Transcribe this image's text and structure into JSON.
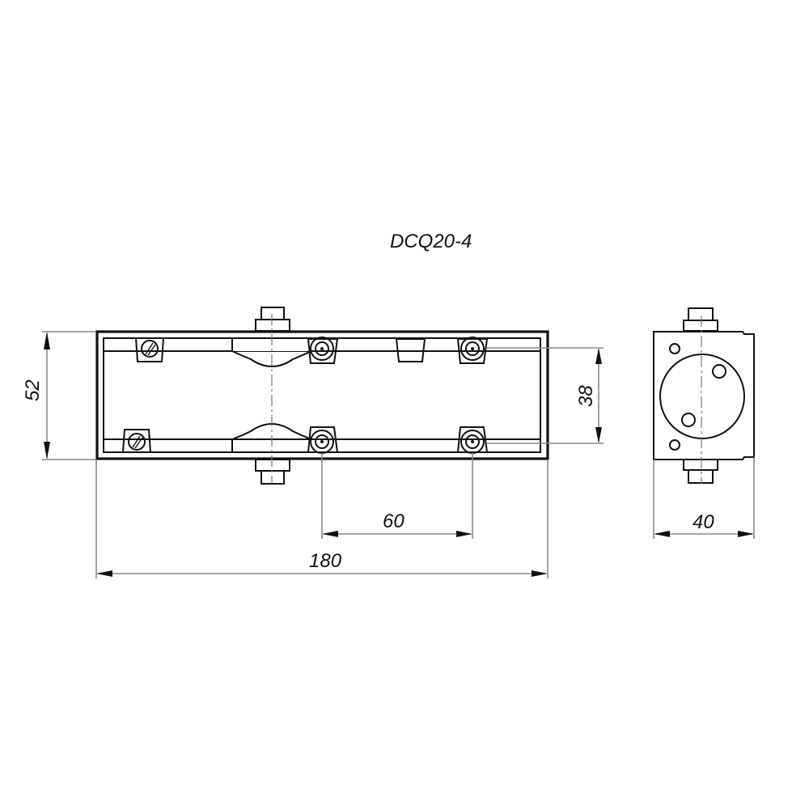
{
  "title": "DCQ20-4",
  "colors": {
    "line": "#111111",
    "dimension_line": "#888888",
    "background": "#ffffff"
  },
  "front_view": {
    "dimensions": {
      "overall_length": "180",
      "overall_height": "52",
      "mount_hole_spacing_horizontal": "60",
      "mount_hole_spacing_vertical": "38"
    }
  },
  "side_view": {
    "dimensions": {
      "width": "40"
    }
  }
}
